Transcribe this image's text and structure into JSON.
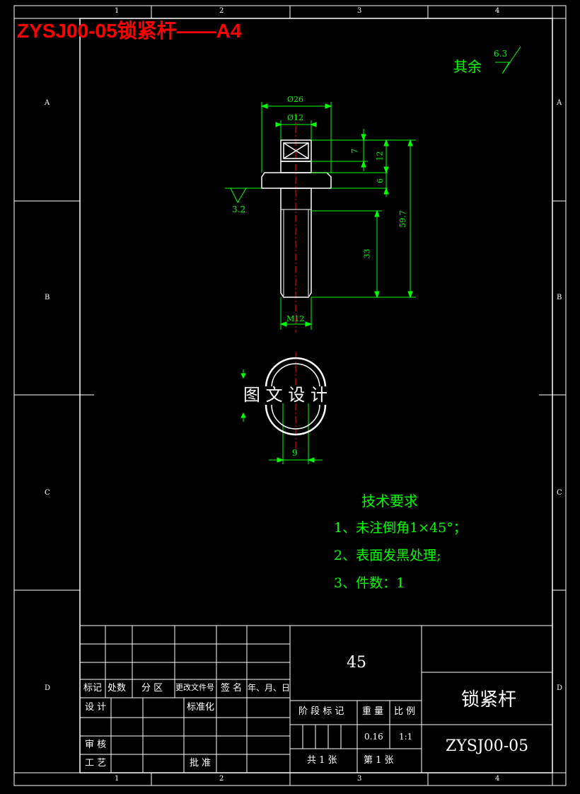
{
  "banner": {
    "text": "ZYSJ00-05锁紧杆——A4",
    "color": "#ff0000"
  },
  "colors": {
    "frame": "#ffffff",
    "dimension": "#00ff00",
    "centerline": "#ff0000",
    "background": "#000000"
  },
  "zones": {
    "columns": [
      "1",
      "2",
      "3",
      "4"
    ],
    "rows": [
      "A",
      "B",
      "C",
      "D"
    ]
  },
  "roughness": {
    "other_label": "其余",
    "other_value": "6.3",
    "flange_value": "3.2"
  },
  "dimensions": {
    "head_diameter": "Ø26",
    "neck_diameter": "Ø12",
    "square_height": "7",
    "head_height": "12",
    "flange_thickness": "6",
    "total_length": "59.7",
    "thread_length": "33",
    "thread_size": "M12",
    "square_width": "9"
  },
  "watermark": {
    "text": "图 文 设 计"
  },
  "tech_requirements": {
    "title": "技术要求",
    "items": [
      "1、未注倒角1×45°；",
      "2、表面发黑处理;",
      "3、件数：1"
    ]
  },
  "title_block": {
    "material": "45",
    "part_name": "锁紧杆",
    "drawing_number": "ZYSJ00-05",
    "revision_headers": [
      "标记",
      "处数",
      "分 区",
      "更改文件号",
      "签 名",
      "年、月、日"
    ],
    "designer_label": "设 计",
    "standardization_label": "标准化",
    "reviewer_label": "审 核",
    "process_label": "工 艺",
    "approval_label": "批 准",
    "stage_label": "阶 段 标 记",
    "weight_label": "重 量",
    "scale_label": "比 例",
    "weight_value": "0.16",
    "scale_value": "1:1",
    "sheets_total": "共 1  张",
    "sheet_number": "第  1 张"
  }
}
